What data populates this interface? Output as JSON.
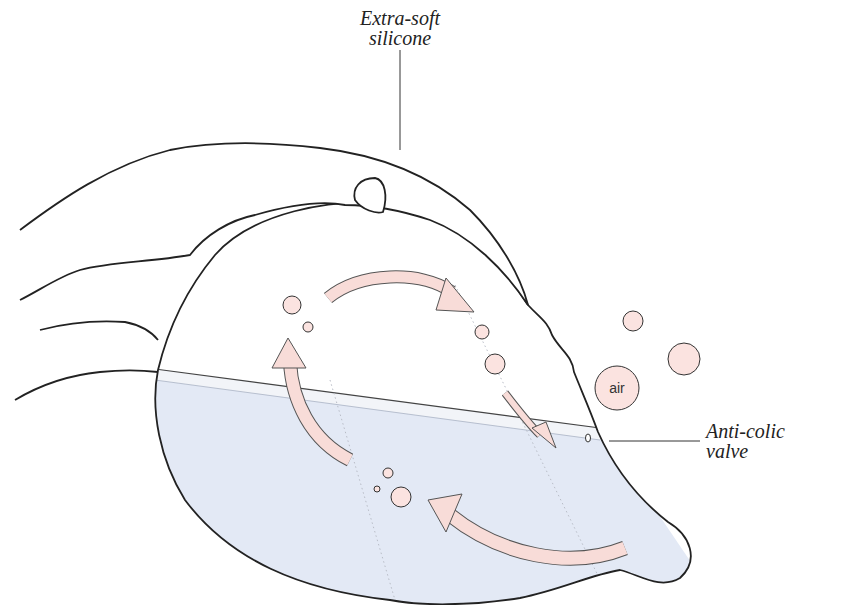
{
  "diagram": {
    "nodes": [
      {
        "text": [
          "air"
        ]
      }
    ],
    "labels": [
      "Extra-soft silicone",
      "Anti-colic valve"
    ]
  }
}
